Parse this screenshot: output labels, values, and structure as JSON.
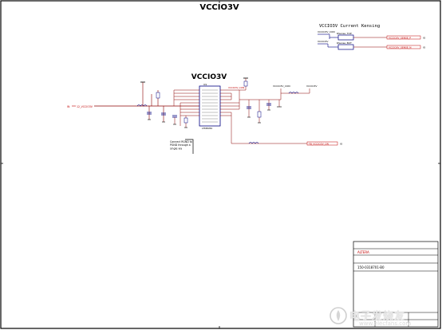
{
  "sheet": {
    "title": "VCCIO3V",
    "subtitle": "VCCIO3V Current Kensing",
    "block_title": "VCCIO3V"
  },
  "block": {
    "ic_ref": "U9",
    "ic_part": "LTM8050",
    "note": "Connect RGND to PGND through a single via",
    "net_in": "12_VCCIO3V",
    "net_out": "VCCIO3V_CON",
    "net_fb": "FB_VCCIO3V_ON",
    "net_top": "VCCIO3V_CON",
    "net_vout": "VCCIO3V",
    "flag_in": "IN",
    "flag_fb": "IO"
  },
  "sense": {
    "net_a": "VCCIO3V_CON",
    "net_b": "VCCIO3V",
    "part_top": "RSense_TOP",
    "part_bot": "RSense_BOT",
    "out_p": "VCCIO3V_SENSE_P",
    "out_n": "VCCIO3V_SENSE_N",
    "flag": "IO"
  },
  "title_block": {
    "company": "ALTERA",
    "doc_number": "150-0318701-B0",
    "size": "C"
  },
  "watermark": {
    "text": "电子发烧友",
    "url": "www.elecfans.com",
    "icon": "elecfans-logo-icon"
  },
  "colors": {
    "border": "#000000",
    "wire": "#8b0000",
    "net_label": "#c00000",
    "component": "#000080"
  }
}
